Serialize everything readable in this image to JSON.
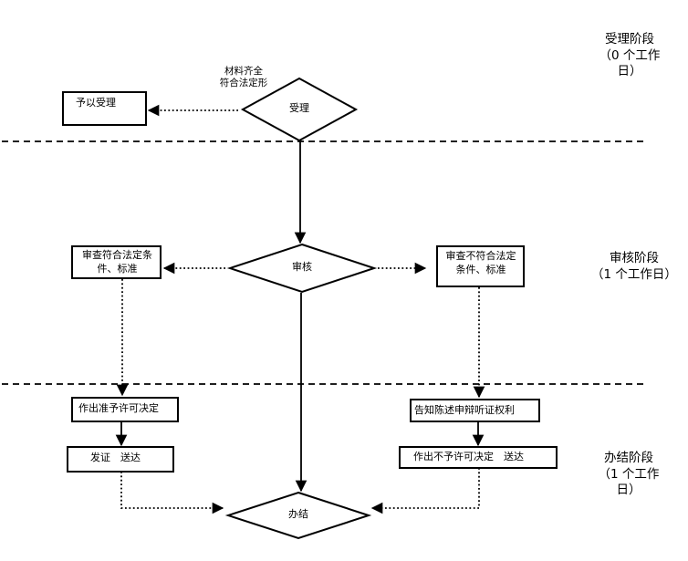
{
  "stages": {
    "accept": {
      "name": "受理阶段",
      "duration": "（0 个工作日）"
    },
    "review": {
      "name": "审核阶段",
      "duration": "（1 个工作日）"
    },
    "finish": {
      "name": "办结阶段",
      "duration": "（1 个工作日）"
    }
  },
  "nodes": {
    "accept_diamond": "受理",
    "review_diamond": "审核",
    "finish_diamond": "办结",
    "grant_accept": "予以受理",
    "meets_standard": "审查符合法定条件、标准",
    "fails_standard": "审查不符合法定条件、标准",
    "permit_decision": "作出准予许可决定",
    "issue_certificate": "发证　送达",
    "inform_rights": "告知陈述申辩听证权利",
    "deny_decision": "作出不予许可决定　送达"
  },
  "annotations": {
    "materials_complete_line1": "材料齐全",
    "materials_complete_line2": "符合法定形"
  },
  "colors": {
    "line": "#000000",
    "background": "#ffffff"
  }
}
